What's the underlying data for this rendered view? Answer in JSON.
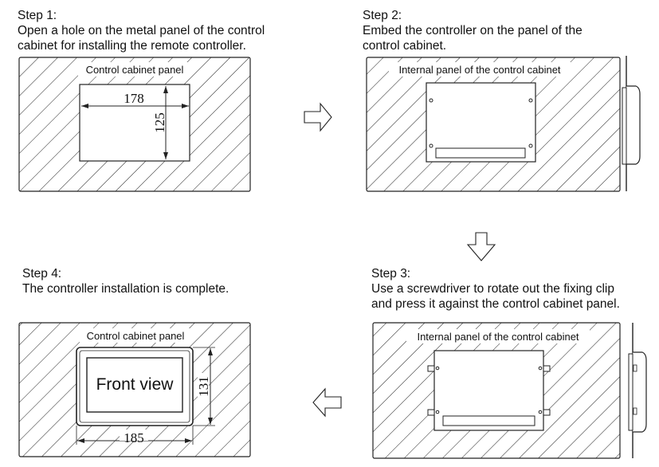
{
  "step1": {
    "heading": "Step 1:",
    "body": "Open a hole on the metal panel of the control\ncabinet for installing the remote controller.",
    "panel_label": "Control cabinet panel",
    "width_label": "178",
    "height_label": "125"
  },
  "step2": {
    "heading": "Step 2:",
    "body": "Embed the controller on the panel of the\ncontrol cabinet.",
    "panel_label": "Internal panel of the control cabinet"
  },
  "step3": {
    "heading": "Step 3:",
    "body": "Use a screwdriver to rotate out the fixing clip\nand press it against the control cabinet panel.",
    "panel_label": "Internal panel of the control cabinet"
  },
  "step4": {
    "heading": "Step 4:",
    "body": "The controller installation is complete.",
    "panel_label": "Control cabinet panel",
    "screen_label": "Front view",
    "width_label": "185",
    "height_label": "131"
  },
  "arrows": [
    "arrow-right-icon",
    "arrow-down-icon",
    "arrow-left-icon"
  ]
}
